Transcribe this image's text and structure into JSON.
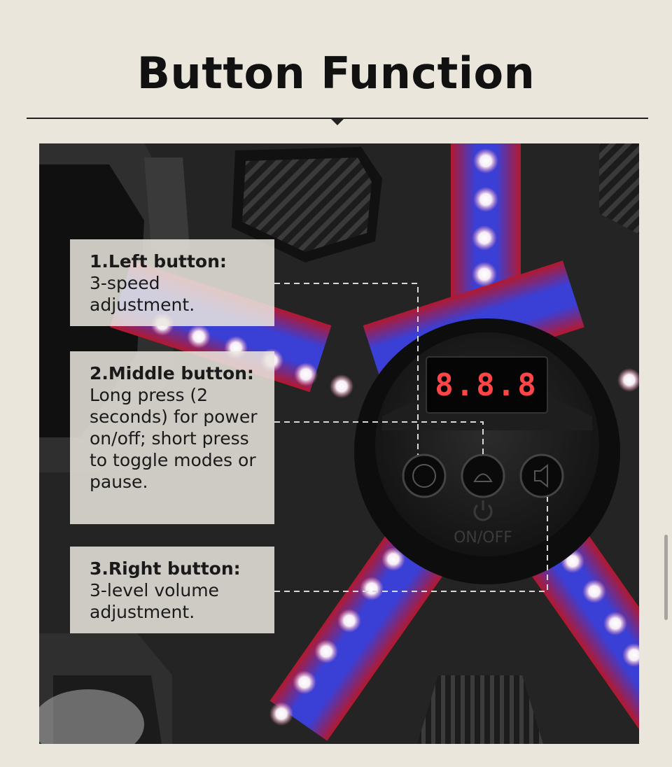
{
  "header": {
    "title": "Button Function"
  },
  "callouts": [
    {
      "head": "1.Left button:",
      "body": "3-speed adjustment."
    },
    {
      "head": "2.Middle button:",
      "body": "Long press (2 seconds) for power on/off; short press to toggle modes or pause."
    },
    {
      "head": "3.Right button:",
      "body": "3-level volume adjustment."
    }
  ],
  "device": {
    "display_readout": "8.8.8",
    "power_label": "ON/OFF"
  },
  "colors": {
    "background": "#ebe6dc",
    "led_red": "#d0213a",
    "led_blue": "#3b3fd8",
    "display_red": "#ff3b3b"
  }
}
